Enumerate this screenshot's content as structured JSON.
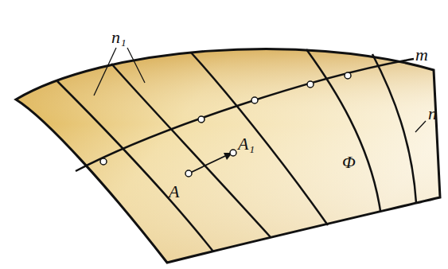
{
  "diagram": {
    "labels": [
      "n₁",
      "m",
      "n",
      "A",
      "A₁",
      "Φ"
    ]
  }
}
